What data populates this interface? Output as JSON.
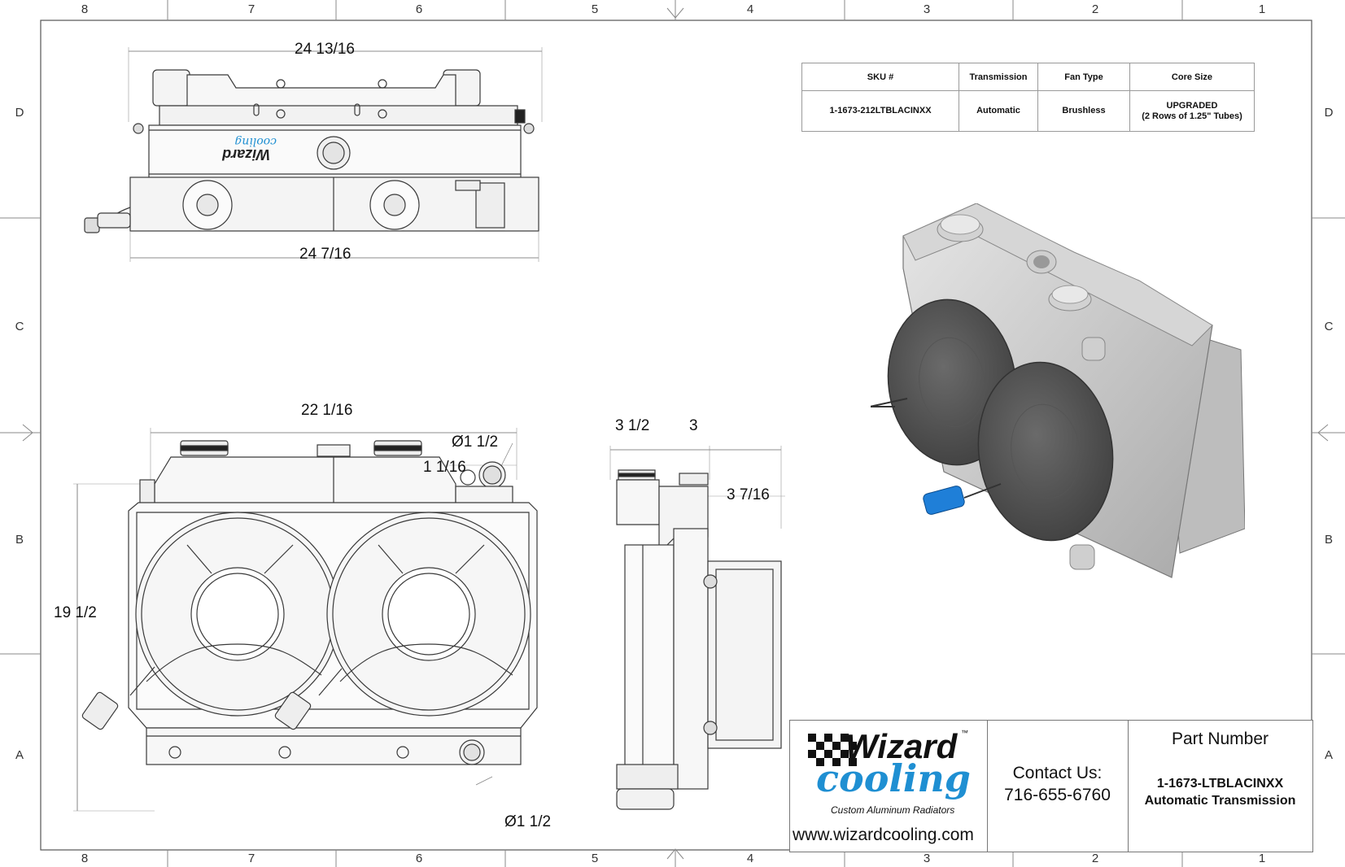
{
  "border": {
    "columns": [
      "8",
      "7",
      "6",
      "5",
      "4",
      "3",
      "2",
      "1"
    ],
    "rows": [
      "D",
      "C",
      "B",
      "A"
    ]
  },
  "dimensions": {
    "top_width_upper": "24 13/16",
    "top_width_lower": "24 7/16",
    "front_width": "22 1/16",
    "front_height": "19 1/2",
    "outlet_diameter_top": "Ø1 1/2",
    "outlet_offset": "1 1/16",
    "outlet_diameter_bottom": "Ø1 1/2",
    "side_depth_left": "3 1/2",
    "side_depth_right": "3",
    "side_offset": "3 7/16"
  },
  "spec_table": {
    "headers": [
      "SKU #",
      "Transmission",
      "Fan Type",
      "Core Size"
    ],
    "row": {
      "sku": "1-1673-212LTBLACINXX",
      "transmission": "Automatic",
      "fan_type": "Brushless",
      "core_size_line1": "UPGRADED",
      "core_size_line2": "(2 Rows of 1.25\" Tubes)"
    }
  },
  "title_block": {
    "logo_word": "Wizard",
    "logo_script": "cooling",
    "logo_tm": "™",
    "logo_tagline": "Custom Aluminum Radiators",
    "website": "www.wizardcooling.com",
    "contact_label": "Contact Us:",
    "contact_phone": "716-655-6760",
    "part_number_label": "Part Number",
    "part_number": "1-1673-LTBLACINXX",
    "part_description": "Automatic Transmission"
  },
  "colors": {
    "line": "#3a3a3a",
    "fan_dark": "#4a4a4a",
    "connector_blue": "#1f7fd8",
    "logo_blue": "#1f8fd2",
    "metal": "#c9c9c9"
  }
}
